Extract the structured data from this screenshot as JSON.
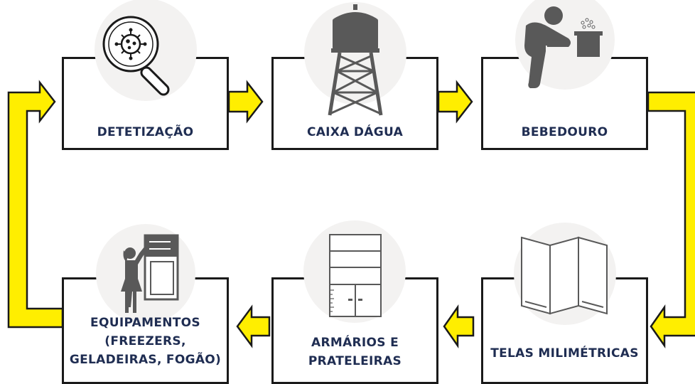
{
  "diagram": {
    "nodes": [
      {
        "id": "detetizacao",
        "label": "DETETIZAÇÃO",
        "icon": "virus-magnifier-icon"
      },
      {
        "id": "caixa_dagua",
        "label": "CAIXA DÁGUA",
        "icon": "water-tower-icon"
      },
      {
        "id": "bebedouro",
        "label": "BEBEDOURO",
        "icon": "drinking-fountain-icon"
      },
      {
        "id": "telas",
        "label": "TELAS MILIMÉTRICAS",
        "icon": "folding-screen-icon"
      },
      {
        "id": "armarios",
        "label": "ARMÁRIOS E\nPRATELEIRAS",
        "icon": "cabinet-shelves-icon"
      },
      {
        "id": "equipamentos",
        "label": "EQUIPAMENTOS\n(FREEZERS,\nGELADEIRAS, FOGÃO)",
        "icon": "person-at-refrigerator-icon"
      }
    ],
    "flow": [
      "detetizacao",
      "caixa_dagua",
      "bebedouro",
      "telas",
      "armarios",
      "equipamentos",
      "detetizacao"
    ],
    "colors": {
      "arrow_fill": "#ffee00",
      "arrow_stroke": "#1a1a1a",
      "label_text": "#1f2d52",
      "icon_circle": "#f3f2f1",
      "icon_gray": "#595959"
    }
  }
}
